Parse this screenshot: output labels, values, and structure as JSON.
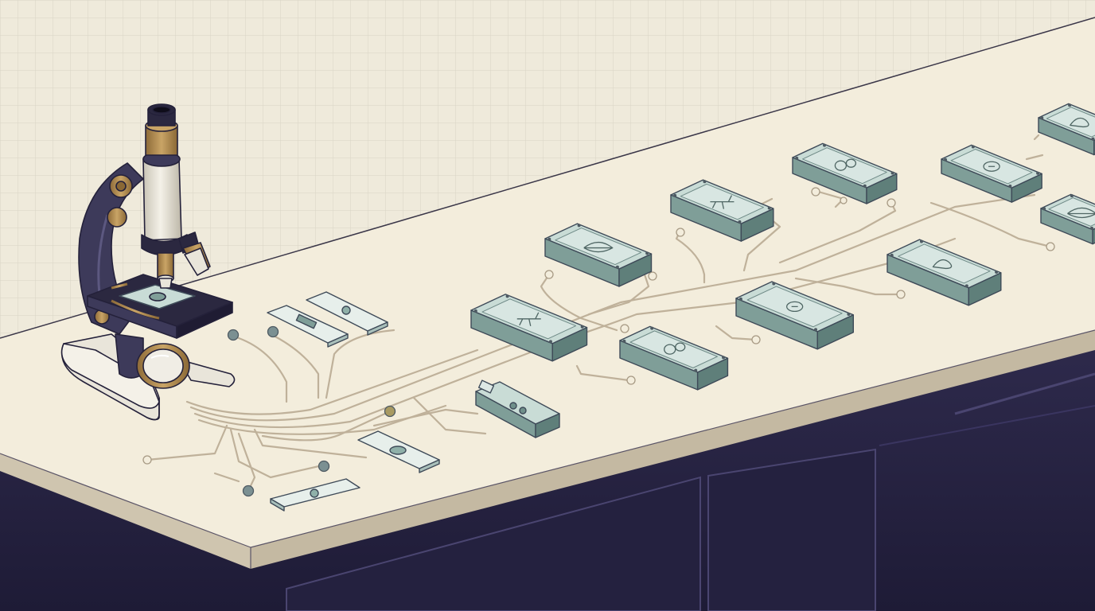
{
  "scene": {
    "subject": "laboratory-bench",
    "palette": {
      "wall": "#efeadb",
      "grid_line": "#d9d4c6",
      "countertop": "#f3eddc",
      "countertop_edge": "#d9d0bd",
      "counter_front": "#c7bca5",
      "cabinet": "#2a2646",
      "cabinet_dark": "#1f1c39",
      "cabinet_line": "#4a4570",
      "trace": "#bfb19a",
      "trace_dark": "#a79a84",
      "tray_glass": "#c9dcd6",
      "tray_side": "#7f9e98",
      "tray_outline": "#3e4a58",
      "node_fill": "#7b9092",
      "brass": "#b0894f",
      "microscope_body": "#3d3a5a",
      "microscope_tube": "#e9e5da",
      "microscope_dark": "#2b2840"
    },
    "icons": {
      "microscope": "microscope-icon",
      "specimen_tray": "specimen-tray-icon",
      "glass_slide": "glass-slide-icon",
      "circuit_trace": "circuit-trace",
      "connection_node": "connection-node"
    }
  }
}
